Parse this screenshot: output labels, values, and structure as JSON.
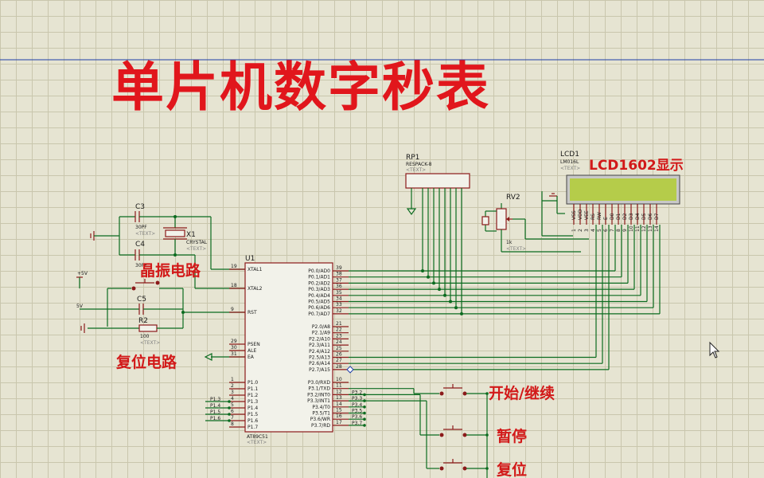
{
  "banner": {
    "title": "单片机数字秒表",
    "color": "#e1161c"
  },
  "annotations": {
    "crystal": "晶振电路",
    "reset": "复位电路",
    "lcd": "LCD1602显示",
    "btn_start": "开始/继续",
    "btn_pause": "暂停",
    "btn_reset": "复位"
  },
  "mcu": {
    "ref": "U1",
    "part": "AT89C51",
    "text": "<TEXT>",
    "left_pins": [
      {
        "num": "19",
        "name": "XTAL1"
      },
      {
        "num": "18",
        "name": "XTAL2"
      },
      {
        "num": "9",
        "name": "RST"
      },
      {
        "num": "29",
        "name": "PSEN"
      },
      {
        "num": "30",
        "name": "ALE"
      },
      {
        "num": "31",
        "name": "EA"
      },
      {
        "num": "1",
        "name": "P1.0"
      },
      {
        "num": "2",
        "name": "P1.1"
      },
      {
        "num": "3",
        "name": "P1.2"
      },
      {
        "num": "4",
        "name": "P1.3"
      },
      {
        "num": "5",
        "name": "P1.4"
      },
      {
        "num": "6",
        "name": "P1.5"
      },
      {
        "num": "7",
        "name": "P1.6"
      },
      {
        "num": "8",
        "name": "P1.7"
      }
    ],
    "p0_pins": [
      {
        "num": "39",
        "name": "P0.0/AD0"
      },
      {
        "num": "38",
        "name": "P0.1/AD1"
      },
      {
        "num": "37",
        "name": "P0.2/AD2"
      },
      {
        "num": "36",
        "name": "P0.3/AD3"
      },
      {
        "num": "35",
        "name": "P0.4/AD4"
      },
      {
        "num": "34",
        "name": "P0.5/AD5"
      },
      {
        "num": "33",
        "name": "P0.6/AD6"
      },
      {
        "num": "32",
        "name": "P0.7/AD7"
      }
    ],
    "p2_pins": [
      {
        "num": "21",
        "name": "P2.0/A8"
      },
      {
        "num": "22",
        "name": "P2.1/A9"
      },
      {
        "num": "23",
        "name": "P2.2/A10"
      },
      {
        "num": "24",
        "name": "P2.3/A11"
      },
      {
        "num": "25",
        "name": "P2.4/A12"
      },
      {
        "num": "26",
        "name": "P2.5/A13"
      },
      {
        "num": "27",
        "name": "P2.6/A14"
      },
      {
        "num": "28",
        "name": "P2.7/A15"
      }
    ],
    "p3_pins": [
      {
        "num": "10",
        "name": "P3.0/RXD"
      },
      {
        "num": "11",
        "name": "P3.1/TXD"
      },
      {
        "num": "12",
        "name": "P3.2/INT0"
      },
      {
        "num": "13",
        "name": "P3.3/INT1"
      },
      {
        "num": "14",
        "name": "P3.4/T0"
      },
      {
        "num": "15",
        "name": "P3.5/T1"
      },
      {
        "num": "16",
        "name": "P3.6/WR"
      },
      {
        "num": "17",
        "name": "P3.7/RD"
      }
    ],
    "p1_net_labels": [
      "P1.3",
      "P1.4",
      "P1.5",
      "P1.6"
    ],
    "p3_net_labels": [
      "P3.2",
      "P3.3",
      "P3.4",
      "P3.5",
      "P3.6",
      "P3.7"
    ]
  },
  "components": {
    "c3": {
      "ref": "C3",
      "value": "30PF",
      "text": "<TEXT>"
    },
    "c4": {
      "ref": "C4",
      "value": "30PF"
    },
    "x1": {
      "ref": "X1",
      "value": "CRYSTAL",
      "text": "<TEXT>"
    },
    "c5": {
      "ref": "C5"
    },
    "r2": {
      "ref": "R2",
      "value": "100",
      "text": "<TEXT>"
    },
    "vcc": "+5V",
    "vcc2": "5V",
    "rp1": {
      "ref": "RP1",
      "value": "RESPACK-8",
      "text": "<TEXT>"
    },
    "rv2": {
      "ref": "RV2",
      "value": "1k",
      "text": "<TEXT>"
    },
    "lcd": {
      "ref": "LCD1",
      "part": "LM016L",
      "text": "<TEXT>",
      "display_color": "#b5cc4a"
    },
    "lcd_pins": [
      {
        "num": "1",
        "name": "VSS"
      },
      {
        "num": "2",
        "name": "VDD"
      },
      {
        "num": "3",
        "name": "VEE"
      },
      {
        "num": "4",
        "name": "RS"
      },
      {
        "num": "5",
        "name": "RW"
      },
      {
        "num": "6",
        "name": "E"
      },
      {
        "num": "7",
        "name": "D0"
      },
      {
        "num": "8",
        "name": "D1"
      },
      {
        "num": "9",
        "name": "D2"
      },
      {
        "num": "10",
        "name": "D3"
      },
      {
        "num": "11",
        "name": "D4"
      },
      {
        "num": "12",
        "name": "D5"
      },
      {
        "num": "13",
        "name": "D6"
      },
      {
        "num": "14",
        "name": "D7"
      }
    ]
  }
}
